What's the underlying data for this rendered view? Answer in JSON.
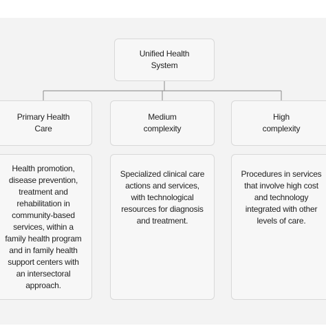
{
  "root": {
    "label": "Unified Health System"
  },
  "levels": [
    {
      "title": "Primary Health Care",
      "description": "Health promotion, disease prevention, treatment and rehabilitation in community-based services, within a family health program and in family health support centers with an intersectoral approach."
    },
    {
      "title": "Medium complexity",
      "description": "Specialized clinical care actions and services, with technological resources for diagnosis and treatment."
    },
    {
      "title": "High complexity",
      "description": "Procedures in services that involve high cost and technology integrated with other levels of care."
    }
  ],
  "colors": {
    "panel": "#f3f3f3",
    "box": "#f7f7f7",
    "border": "#d8d8d8",
    "connector": "#9a9a9a",
    "text": "#222222"
  }
}
